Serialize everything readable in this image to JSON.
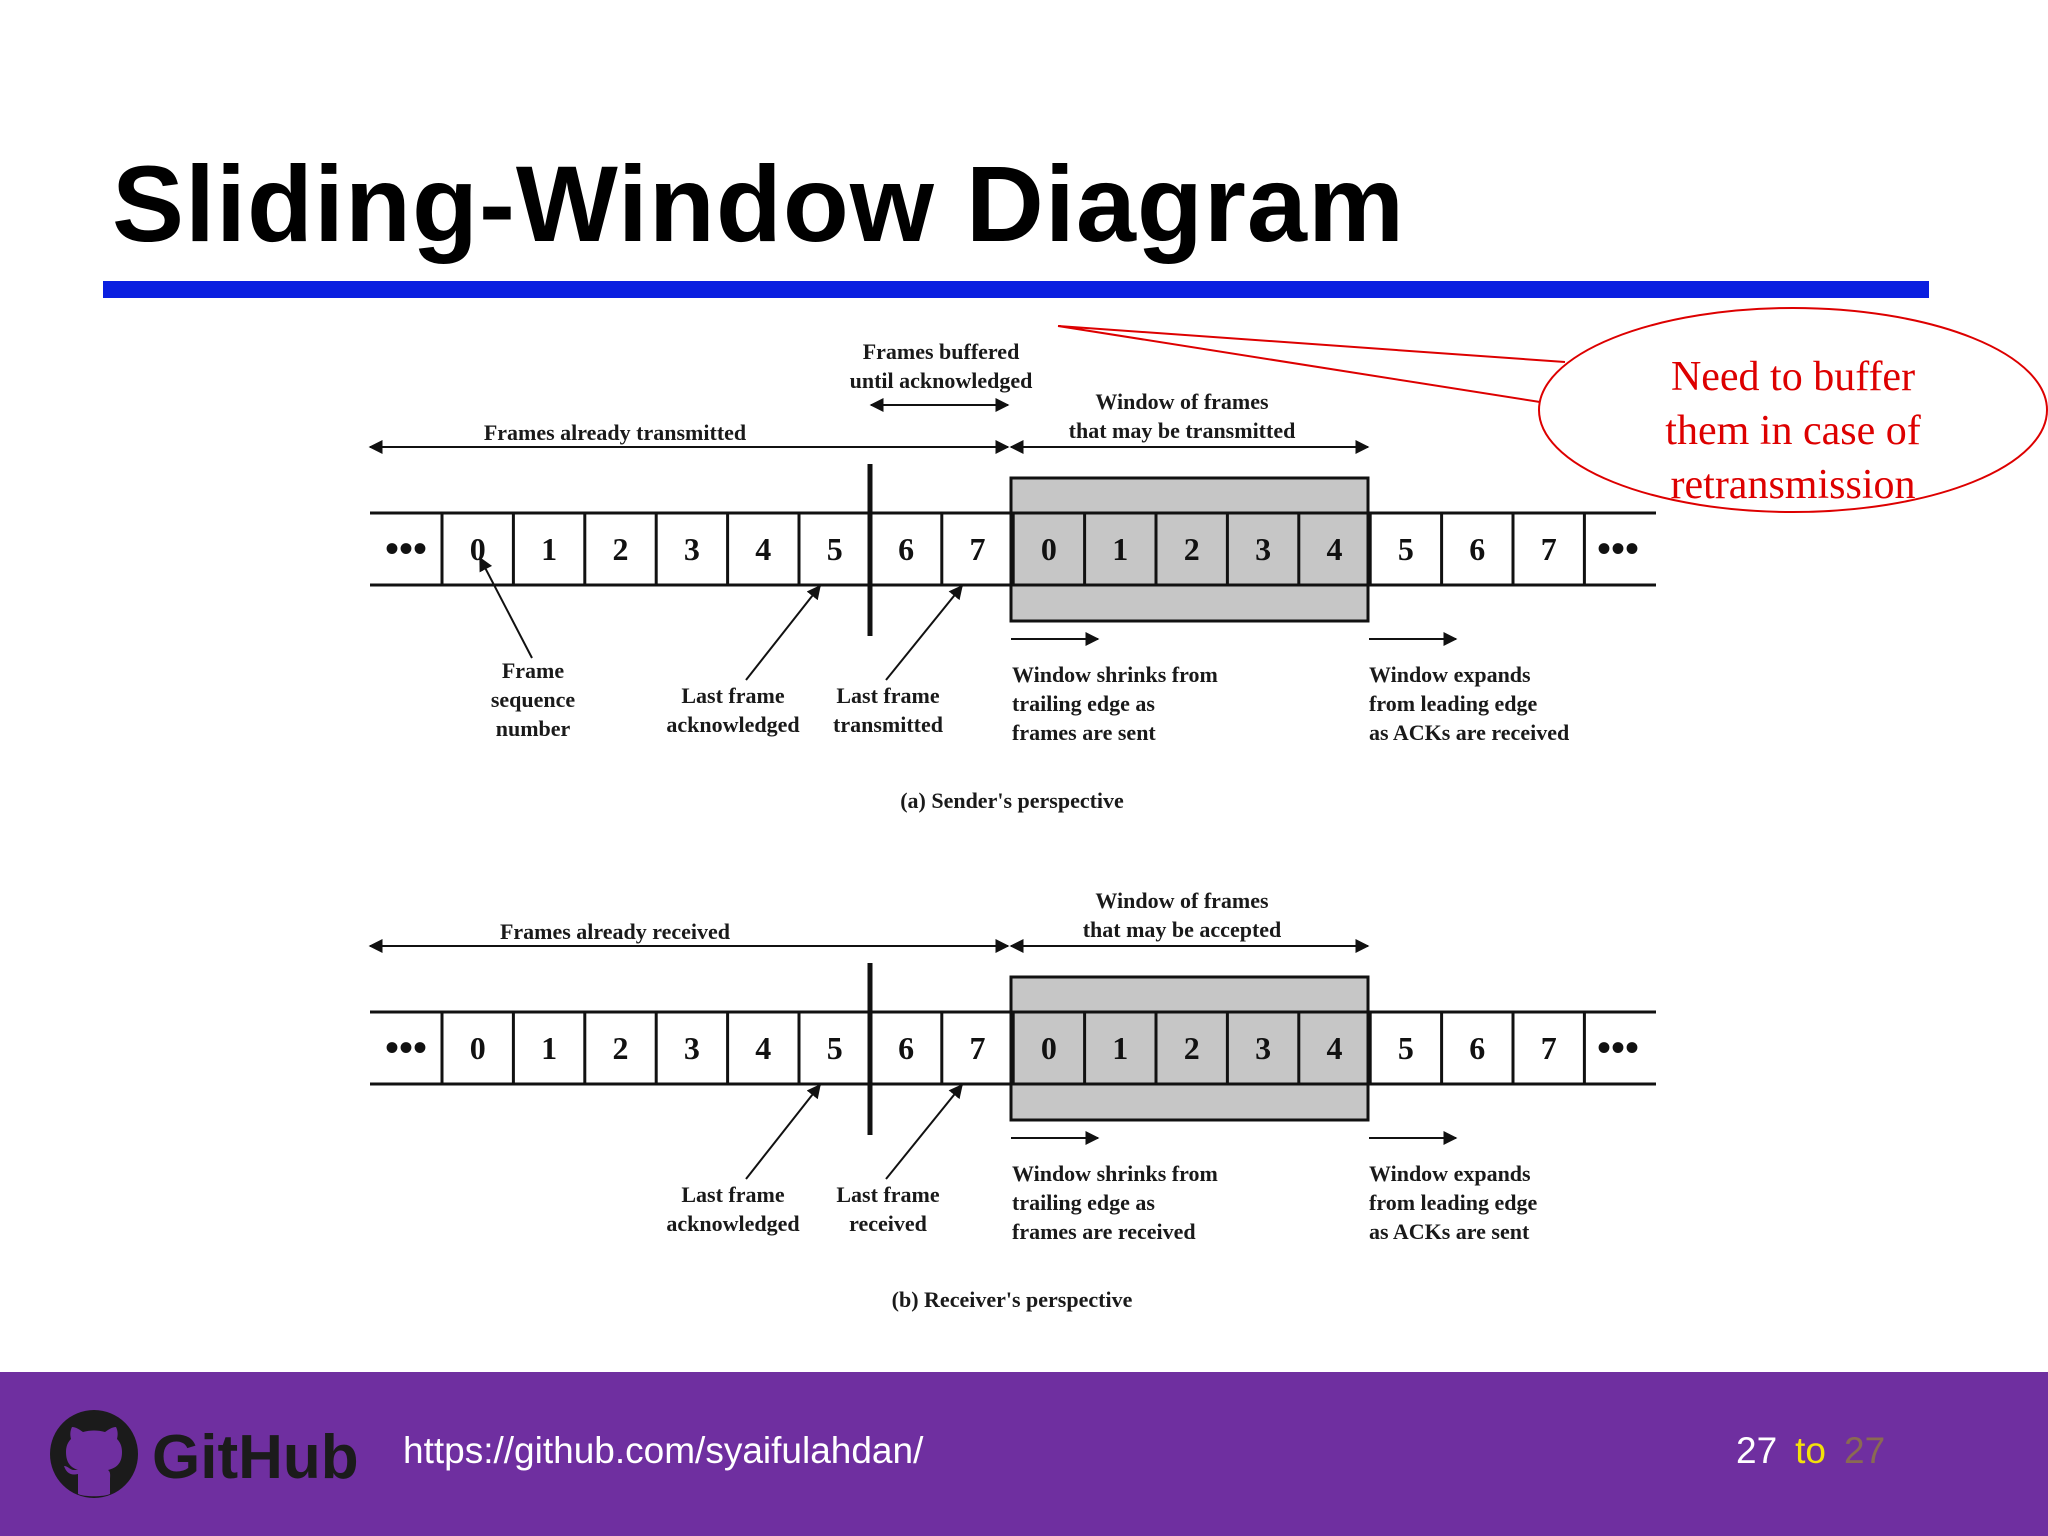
{
  "slide": {
    "title": "Sliding-Window Diagram"
  },
  "callout": {
    "lines": [
      "Need to buffer",
      "them in case of",
      "retransmission"
    ],
    "color": "#dd0000"
  },
  "sender": {
    "label_frames_buffered": [
      "Frames buffered",
      "until acknowledged"
    ],
    "label_already": "Frames already transmitted",
    "label_window": [
      "Window of frames",
      "that may be transmitted"
    ],
    "frames": [
      "0",
      "1",
      "2",
      "3",
      "4",
      "5",
      "6",
      "7",
      "0",
      "1",
      "2",
      "3",
      "4",
      "5",
      "6",
      "7"
    ],
    "ellipsis": "•••",
    "label_frame_seq": [
      "Frame",
      "sequence",
      "number"
    ],
    "label_last_ack": [
      "Last frame",
      "acknowledged"
    ],
    "label_last_tx": [
      "Last frame",
      "transmitted"
    ],
    "label_shrinks": [
      "Window shrinks from",
      "trailing edge as",
      "frames are sent"
    ],
    "label_expands": [
      "Window expands",
      "from leading edge",
      "as ACKs are received"
    ],
    "caption": "(a) Sender's perspective"
  },
  "receiver": {
    "label_already": "Frames already received",
    "label_window": [
      "Window of frames",
      "that may be accepted"
    ],
    "frames": [
      "0",
      "1",
      "2",
      "3",
      "4",
      "5",
      "6",
      "7",
      "0",
      "1",
      "2",
      "3",
      "4",
      "5",
      "6",
      "7"
    ],
    "ellipsis": "•••",
    "label_last_ack": [
      "Last frame",
      "acknowledged"
    ],
    "label_last_rx": [
      "Last frame",
      "received"
    ],
    "label_shrinks": [
      "Window shrinks from",
      "trailing edge as",
      "frames are received"
    ],
    "label_expands": [
      "Window expands",
      "from leading edge",
      "as ACKs are sent"
    ],
    "caption": "(b) Receiver's perspective"
  },
  "window_fill_color": "#c6c6c6",
  "footer": {
    "logo_text": "GitHub",
    "url": "https://github.com/syaifulahdan/",
    "page_current": "27",
    "page_sep": "to",
    "page_total": "27",
    "background": "#6f2fa0"
  }
}
